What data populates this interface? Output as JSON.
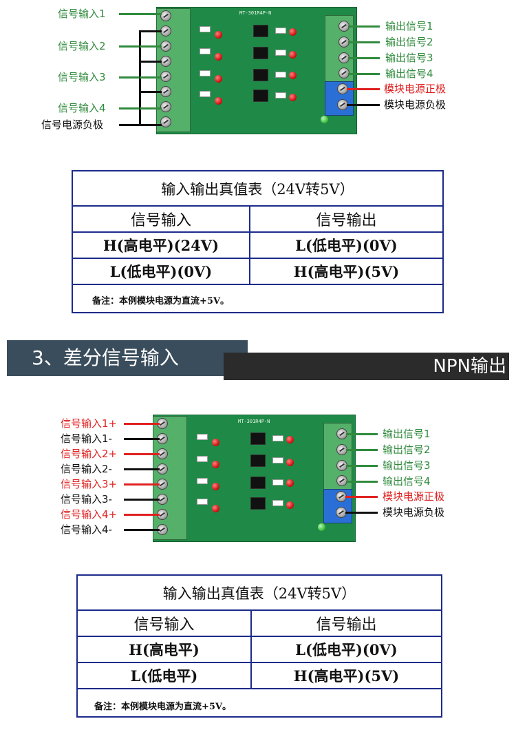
{
  "section1": {
    "left_labels": [
      {
        "text": "信号输入1",
        "color": "green"
      },
      {
        "text": "信号输入2",
        "color": "green"
      },
      {
        "text": "信号输入3",
        "color": "green"
      },
      {
        "text": "信号输入4",
        "color": "green"
      },
      {
        "text": "信号电源负极",
        "color": "black"
      }
    ],
    "right_labels": [
      {
        "text": "输出信号1",
        "color": "green"
      },
      {
        "text": "输出信号2",
        "color": "green"
      },
      {
        "text": "输出信号3",
        "color": "green"
      },
      {
        "text": "输出信号4",
        "color": "green"
      },
      {
        "text": "模块电源正极",
        "color": "red"
      },
      {
        "text": "模块电源负极",
        "color": "black"
      }
    ],
    "board_label": "MT-301R4P-N",
    "table": {
      "title": "输入输出真值表（24V转5V）",
      "col_input": "信号输入",
      "col_output": "信号输出",
      "rows": [
        {
          "input": "H(高电平)(24V)",
          "output": "L(低电平)(0V)"
        },
        {
          "input": "L(低电平)(0V)",
          "output": "H(高电平)(5V)"
        }
      ],
      "note": "备注：本例模块电源为直流+5V。"
    }
  },
  "section_header": {
    "title": "3、差分信号输入",
    "right_text": "NPN输出"
  },
  "section2": {
    "left_labels": [
      {
        "text": "信号输入1+",
        "color": "red"
      },
      {
        "text": "信号输入1-",
        "color": "black"
      },
      {
        "text": "信号输入2+",
        "color": "red"
      },
      {
        "text": "信号输入2-",
        "color": "black"
      },
      {
        "text": "信号输入3+",
        "color": "red"
      },
      {
        "text": "信号输入3-",
        "color": "black"
      },
      {
        "text": "信号输入4+",
        "color": "red"
      },
      {
        "text": "信号输入4-",
        "color": "black"
      }
    ],
    "right_labels": [
      {
        "text": "输出信号1",
        "color": "green"
      },
      {
        "text": "输出信号2",
        "color": "green"
      },
      {
        "text": "输出信号3",
        "color": "green"
      },
      {
        "text": "输出信号4",
        "color": "green"
      },
      {
        "text": "模块电源正极",
        "color": "red"
      },
      {
        "text": "模块电源负极",
        "color": "black"
      }
    ],
    "board_label": "MT-301R4P-N",
    "table": {
      "title": "输入输出真值表（24V转5V）",
      "col_input": "信号输入",
      "col_output": "信号输出",
      "rows": [
        {
          "input": "H(高电平)",
          "output": "L(低电平)(0V)"
        },
        {
          "input": "L(低电平)",
          "output": "H(高电平)(5V)"
        }
      ],
      "note": "备注：本例模块电源为直流+5V。"
    }
  },
  "colors": {
    "wire_green": "#2f8a3c",
    "wire_red": "#e02020",
    "wire_black": "#111111",
    "table_border": "#1b2a8a",
    "board_green": "#1f8a47",
    "header_left": "#3a4d5c",
    "header_right": "#2b2b2b"
  }
}
